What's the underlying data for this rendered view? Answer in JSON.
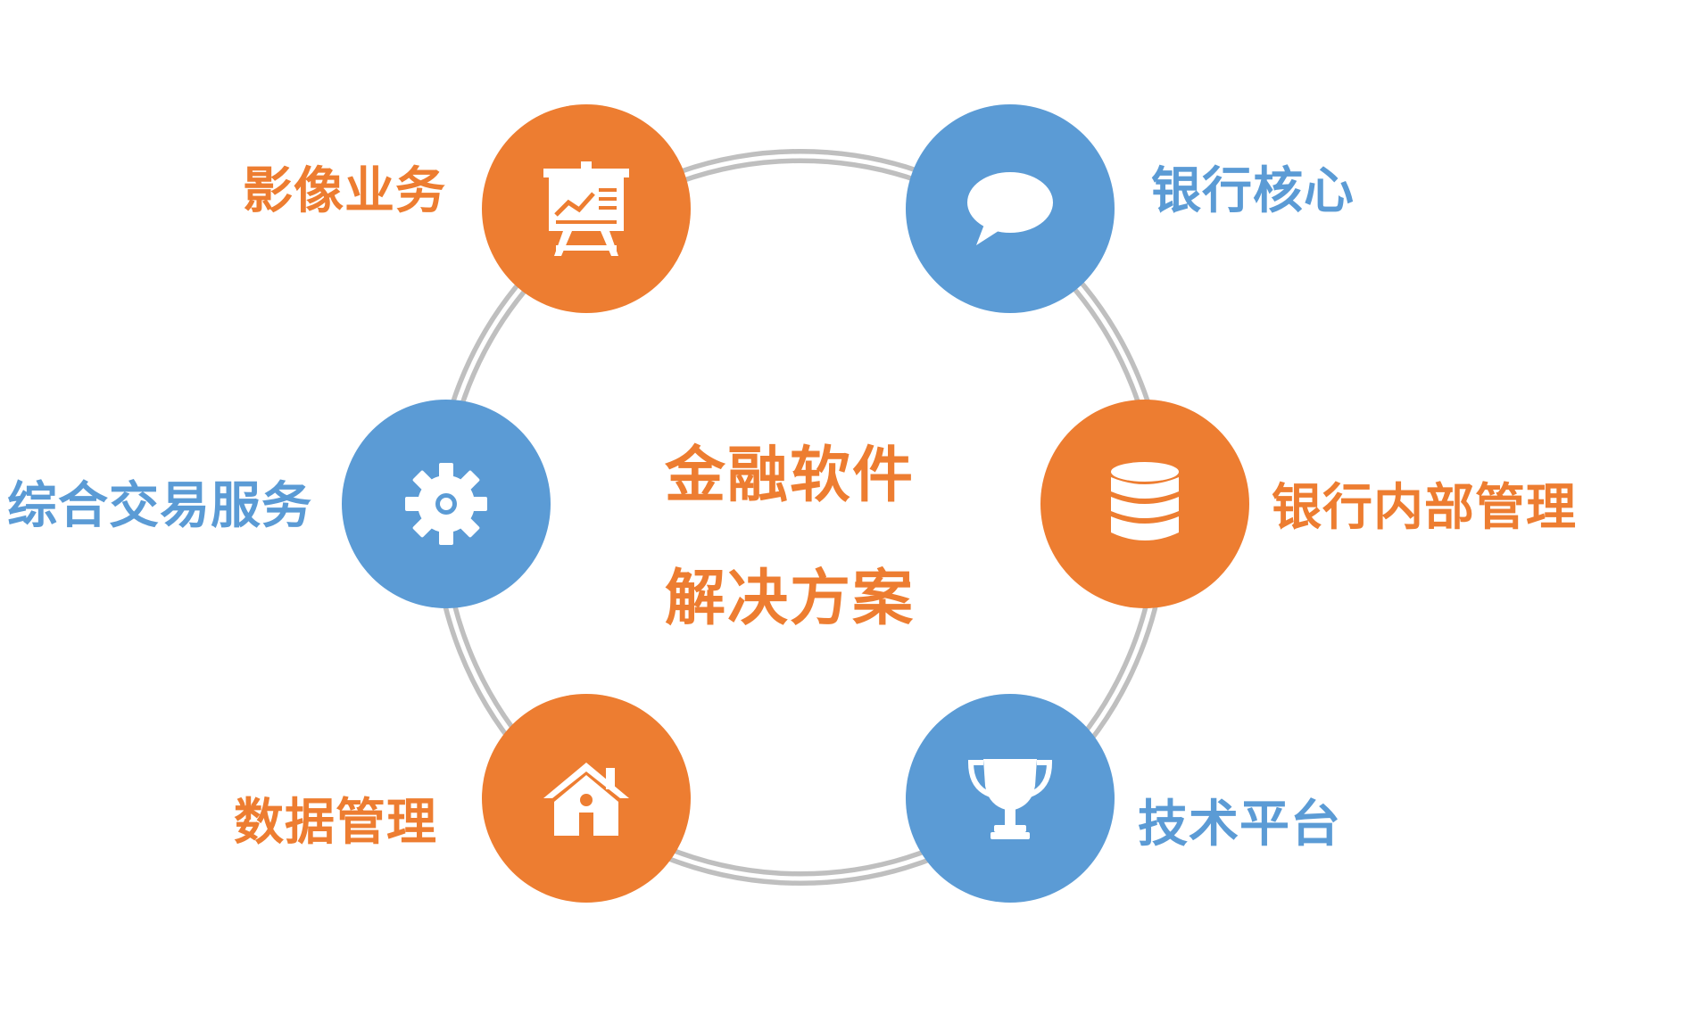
{
  "center": {
    "line1": "金融软件",
    "line2": "解决方案"
  },
  "colors": {
    "orange": "#ED7D31",
    "blue": "#5B9BD5",
    "ring": "#BFBFBF"
  },
  "nodes": [
    {
      "id": "imaging",
      "label": "影像业务",
      "icon": "presentation-board-icon",
      "color": "orange"
    },
    {
      "id": "core",
      "label": "银行核心",
      "icon": "speech-bubble-icon",
      "color": "blue"
    },
    {
      "id": "trading",
      "label": "综合交易服务",
      "icon": "gear-icon",
      "color": "blue"
    },
    {
      "id": "internal",
      "label": "银行内部管理",
      "icon": "database-icon",
      "color": "orange"
    },
    {
      "id": "data",
      "label": "数据管理",
      "icon": "house-icon",
      "color": "orange"
    },
    {
      "id": "platform",
      "label": "技术平台",
      "icon": "trophy-icon",
      "color": "blue"
    }
  ]
}
